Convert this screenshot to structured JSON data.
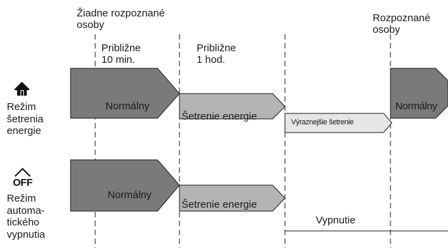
{
  "header": {
    "no_persons": "Žiadne rozpoznané\nosoby",
    "approx_10": "Približne\n10 min.",
    "approx_1h": "Približne\n1 hod.",
    "persons": "Rozpoznané\nosoby"
  },
  "rows": {
    "energy_saving": {
      "icon": "house-icon",
      "label": "Režim\nšetrenia\nenergie",
      "states": [
        "Normálny",
        "Šetrenie energie",
        "Výraznejšie šetrenie",
        "Normálny"
      ]
    },
    "auto_off": {
      "icon": "off-icon",
      "icon_text": "OFF",
      "label": "Režim\nautoma-\ntického\nvypnutia",
      "states": [
        "Normálny",
        "Šetrenie energie",
        "Vypnutie"
      ]
    }
  },
  "colors": {
    "normal": "#7a7a7a",
    "saving": "#b4b4b4",
    "strong_saving": "#e6e6e6",
    "outline": "#1a1a1a"
  }
}
